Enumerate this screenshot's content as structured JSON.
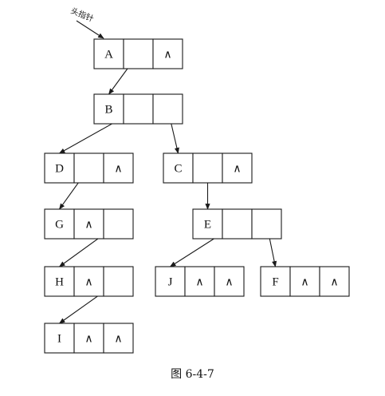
{
  "head_pointer_label": "头指针",
  "null_symbol": "∧",
  "caption": "图 6-4-7",
  "nodes": [
    {
      "id": "A",
      "label": "A",
      "left": "pointer",
      "right": "null"
    },
    {
      "id": "B",
      "label": "B",
      "left": "pointer",
      "right": "pointer"
    },
    {
      "id": "D",
      "label": "D",
      "left": "pointer",
      "right": "null"
    },
    {
      "id": "C",
      "label": "C",
      "left": "pointer",
      "right": "null"
    },
    {
      "id": "G",
      "label": "G",
      "left": "null",
      "right": "pointer"
    },
    {
      "id": "E",
      "label": "E",
      "left": "pointer",
      "right": "pointer"
    },
    {
      "id": "H",
      "label": "H",
      "left": "null",
      "right": "pointer"
    },
    {
      "id": "J",
      "label": "J",
      "left": "null",
      "right": "null"
    },
    {
      "id": "F",
      "label": "F",
      "left": "null",
      "right": "null"
    },
    {
      "id": "I",
      "label": "I",
      "left": "null",
      "right": "null"
    }
  ],
  "edges": [
    {
      "from": "A",
      "field": "left",
      "to": "B"
    },
    {
      "from": "B",
      "field": "left",
      "to": "D"
    },
    {
      "from": "B",
      "field": "right",
      "to": "C"
    },
    {
      "from": "D",
      "field": "left",
      "to": "G"
    },
    {
      "from": "C",
      "field": "left",
      "to": "E"
    },
    {
      "from": "G",
      "field": "right",
      "to": "H"
    },
    {
      "from": "E",
      "field": "left",
      "to": "J"
    },
    {
      "from": "E",
      "field": "right",
      "to": "F"
    },
    {
      "from": "H",
      "field": "right",
      "to": "I"
    }
  ]
}
